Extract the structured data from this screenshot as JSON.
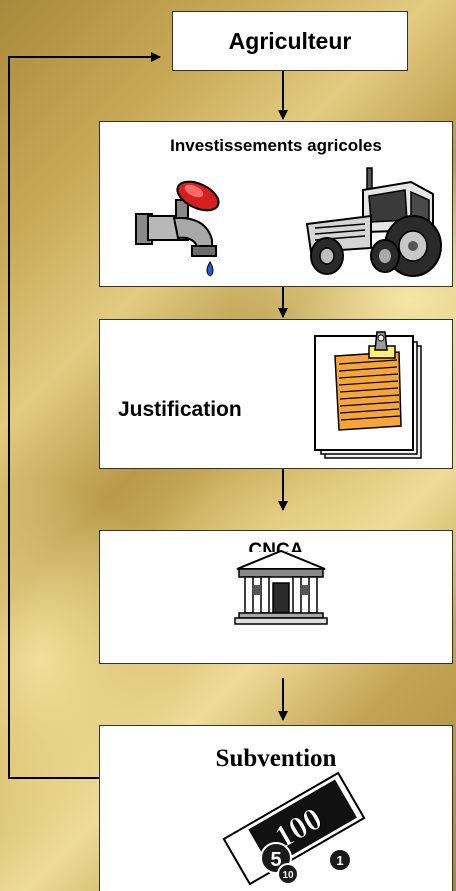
{
  "nodes": {
    "agriculteur": "Agriculteur",
    "investissements": "Investissements agricoles",
    "justification": "Justification",
    "cnca": "CNCA",
    "subvention": "Subvention"
  },
  "icons": {
    "faucet": "faucet-icon",
    "tractor": "tractor-icon",
    "notepad": "clipboard-notes-icon",
    "bank": "bank-building-icon",
    "money": "money-bills-coins-icon"
  },
  "money": {
    "bill_value": "100",
    "coin_5": "5",
    "coin_10": "10",
    "coin_1": "1"
  }
}
